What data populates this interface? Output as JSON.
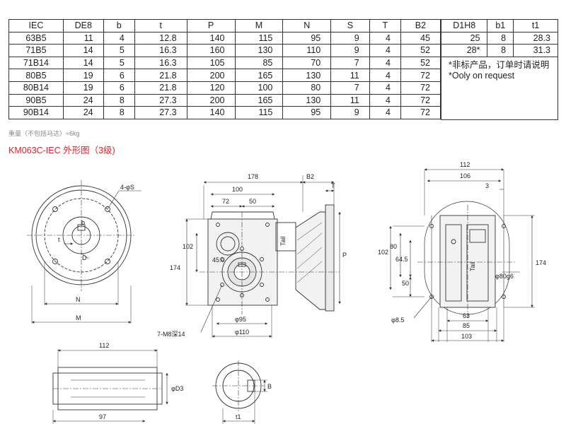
{
  "spec_table": {
    "headers": [
      "IEC",
      "DE8",
      "b",
      "t",
      "P",
      "M",
      "N",
      "S",
      "T",
      "B2"
    ],
    "rows": [
      [
        "63B5",
        "11",
        "4",
        "12.8",
        "140",
        "115",
        "95",
        "9",
        "4",
        "45"
      ],
      [
        "71B5",
        "14",
        "5",
        "16.3",
        "160",
        "130",
        "110",
        "9",
        "4",
        "52"
      ],
      [
        "71B14",
        "14",
        "5",
        "16.3",
        "105",
        "85",
        "70",
        "7",
        "4",
        "52"
      ],
      [
        "80B5",
        "19",
        "6",
        "21.8",
        "200",
        "165",
        "130",
        "11",
        "4",
        "72"
      ],
      [
        "80B14",
        "19",
        "6",
        "21.8",
        "120",
        "100",
        "80",
        "7",
        "4",
        "72"
      ],
      [
        "90B5",
        "24",
        "8",
        "27.3",
        "200",
        "165",
        "130",
        "11",
        "4",
        "72"
      ],
      [
        "90B14",
        "24",
        "8",
        "27.3",
        "140",
        "115",
        "95",
        "9",
        "4",
        "72"
      ]
    ]
  },
  "side_table": {
    "headers": [
      "D1H8",
      "b1",
      "t1"
    ],
    "rows": [
      [
        "25",
        "8",
        "28.3"
      ],
      [
        "28*",
        "8",
        "31.3"
      ]
    ],
    "notes": [
      "*非标产品，订单时请说明",
      "*Ooly on request"
    ]
  },
  "weight_note": "重量（不包括马达）≈6kg",
  "section_title": "KM063C-IEC 外形图（3级)",
  "drawing_labels": {
    "front": {
      "hole": "4-φS",
      "b": "b",
      "t": "t",
      "D": "D",
      "N": "N",
      "M": "M"
    },
    "side": {
      "d178": "178",
      "d100": "100",
      "d72": "72",
      "d50": "50",
      "B2": "B2",
      "T": "T",
      "P": "P",
      "d102": "102",
      "d174": "174",
      "d45": "45.0",
      "phi95": "φ95",
      "phi110": "φ110",
      "tapped": "7-M8深14",
      "brand": "Tail"
    },
    "right": {
      "d112": "112",
      "d106": "106",
      "d3": "3",
      "d102": "102",
      "d80": "80",
      "d64_5": "64.5",
      "d50": "50",
      "d174": "174",
      "phi80g6": "φ80g6",
      "phi8_5": "φ8.5",
      "d63": "63",
      "d85": "85",
      "d103": "103",
      "brand": "Tail"
    },
    "shaft": {
      "d112": "112",
      "d97": "97",
      "phiD3": "φD3"
    },
    "section": {
      "B": "B",
      "t1": "t1"
    }
  }
}
